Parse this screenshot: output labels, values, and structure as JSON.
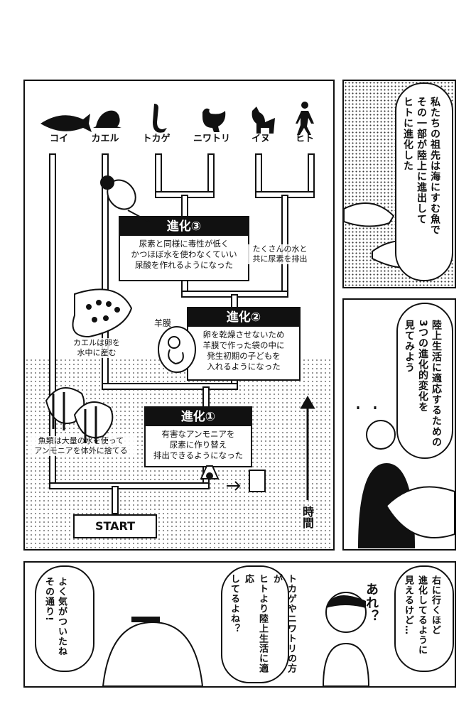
{
  "panel1": {
    "animals": [
      "コイ",
      "カエル",
      "トカゲ",
      "ニワトリ",
      "イヌ",
      "ヒト"
    ],
    "steps": [
      {
        "title": "進化③",
        "body": "尿素と同様に毒性が低く\nかつほぼ水を使わなくていい\n尿酸を作れるようになった"
      },
      {
        "title": "進化②",
        "body": "卵を乾燥させないため\n羊膜で作った袋の中に\n発生初期の子どもを\n入れるようになった"
      },
      {
        "title": "進化①",
        "body": "有害なアンモニアを\n尿素に作り替え\n排出できるようになった"
      }
    ],
    "notes": {
      "bird": "たくさんの水と\n共に尿素を排出",
      "frog": "カエルは卵を\n水中に産む",
      "fish": "魚類は大量の水を使って\nアンモニアを体外に捨てる",
      "amnion": "羊膜"
    },
    "start": "START",
    "time": "時間"
  },
  "panel2": {
    "text": "私たちの祖先は海にすむ魚で\nその一部が陸上に進出して\nヒトに進化した"
  },
  "panel3": {
    "text": "陸上生活に適応するための\n3つの進化的変化を\n見てみよう"
  },
  "panel4": {
    "right": "右に行くほど\n進化してるように\n見えるけど…",
    "are": "あれ？",
    "middle": "トカゲやニワトリの方が\nヒトより陸上生活に適応\nしてるよね？",
    "left": "よく気がついたね\nその通り!"
  }
}
